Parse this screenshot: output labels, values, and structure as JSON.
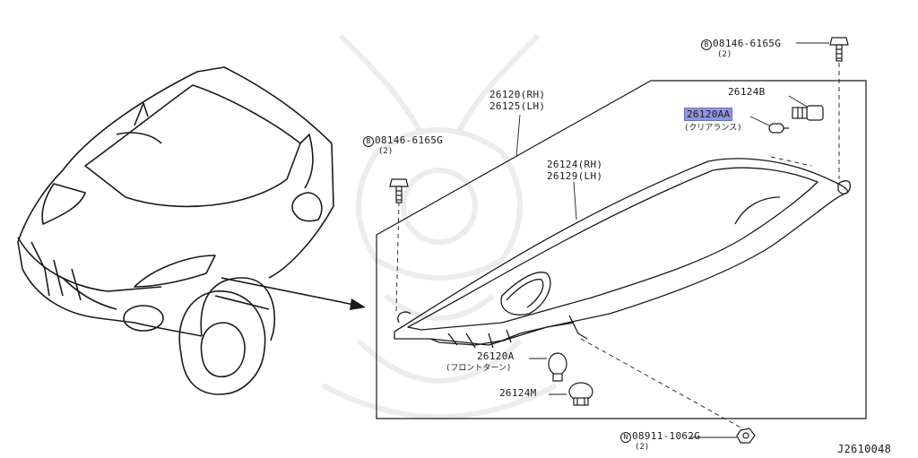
{
  "diagram_id": "J2610048",
  "labels": {
    "bolt_top_code": "08146-6165G",
    "bolt_top_prefix": "B",
    "bolt_top_qty": "(2)",
    "bolt_left_code": "08146-6165G",
    "bolt_left_prefix": "B",
    "bolt_left_qty": "(2)",
    "lamp_rh": "26120(RH)",
    "lamp_lh": "26125(LH)",
    "housing_rh": "26124(RH)",
    "housing_lh": "26129(LH)",
    "socket_b": "26124B",
    "bulb_clearance_code": "26120AA",
    "bulb_clearance_note": "(クリアランス)",
    "bulb_turn_code": "26120A",
    "bulb_turn_note": "(フロントターン)",
    "socket_m": "26124M",
    "nut_code": "08911-1062G",
    "nut_prefix": "N",
    "nut_qty": "(2)"
  },
  "colors": {
    "line": "#1a1a1a",
    "highlight": "#8f96e0",
    "watermark": "#ececec"
  }
}
